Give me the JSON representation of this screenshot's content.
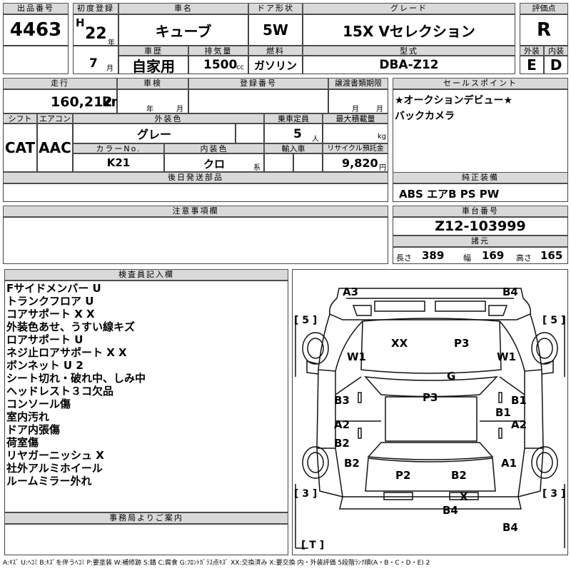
{
  "labels": {
    "lot_no": "出品番号",
    "first_reg": "初度登録",
    "car_name": "車名",
    "door": "ドア形状",
    "grade": "グレード",
    "score": "評価点",
    "history": "車歴",
    "displacement": "排気量",
    "fuel": "燃料",
    "model_type": "型式",
    "exterior": "外装",
    "interior": "内装",
    "mileage": "走行",
    "inspection": "車検",
    "reg_no": "登録番号",
    "transfer_deadline": "譲渡書類期限",
    "sales_point": "セールスポイント",
    "shift": "シフト",
    "aircon": "エアコン",
    "ext_color": "外装色",
    "capacity": "乗車定員",
    "max_load": "最大積載量",
    "color_no": "カラーNo.",
    "int_color": "内装色",
    "import": "輸入車",
    "recycle": "リサイクル預託金",
    "later_parts": "後日発送部品",
    "genuine_equip": "純正装備",
    "caution": "注意事項欄",
    "chassis_no": "車台番号",
    "specs": "諸元",
    "inspector": "検査員記入欄",
    "office_info": "事務局よりご案内"
  },
  "units": {
    "month": "月",
    "year_u": "年",
    "cc": "cc",
    "km": "km",
    "nen": "年",
    "tsuki": "月",
    "person": "人",
    "kg": "kg",
    "kei": "系",
    "yen": "円",
    "length": "長さ",
    "width": "幅",
    "height": "高さ"
  },
  "vehicle": {
    "lot_no": "4463",
    "era": "H",
    "year": "22",
    "month": "7",
    "car_name": "キューブ",
    "door": "5W",
    "grade": "15X Vセレクション",
    "score": "R",
    "history": "自家用",
    "displacement": "1500",
    "fuel": "ガソリン",
    "model_type": "DBA-Z12",
    "exterior_score": "E",
    "interior_score": "D",
    "mileage": "160,212",
    "shift": "CAT",
    "aircon": "AAC",
    "ext_color": "グレー",
    "capacity": "5",
    "color_no": "K21",
    "int_color": "クロ",
    "recycle": "9,820",
    "chassis_no": "Z12-103999",
    "length": "389",
    "width": "169",
    "height": "165"
  },
  "sales_points": [
    "★オークションデビュー★",
    "バックカメラ"
  ],
  "equipment": "ABS エアB PS PW",
  "inspector_notes": [
    "Fサイドメンバー U",
    "トランクフロア U",
    "コアサポート X X",
    "外装色あせ、うすい線キズ",
    "ロアサポート U",
    "ネジ止ロアサポート X X",
    "ボンネット U 2",
    "シート切れ・破れ中、しみ中",
    "ヘッドレスト３コ欠品",
    "コンソール傷",
    "室内汚れ",
    "ドア内張傷",
    "荷室傷",
    "リヤガーニッシュ X",
    "社外アルミホイール",
    "ルームミラー外れ"
  ],
  "damage": {
    "a3": "A3",
    "b4_top": "B4",
    "tire_fl": "[ 5 ]",
    "tire_fr": "[ 5 ]",
    "tire_rl": "[ 3 ]",
    "tire_rr": "[ 3 ]",
    "tire_t": "[ T ]",
    "xx": "XX",
    "p3_hood": "P3",
    "w1_l": "W1",
    "w1_r": "W1",
    "g": "G",
    "p3_roof": "P3",
    "b3": "B3",
    "b1": "B1",
    "b1_2": "B1",
    "a2_l": "A2",
    "a2_r": "A2",
    "b2_l": "B2",
    "b2_l2": "B2",
    "a1": "A1",
    "p2": "P2",
    "b2_trunk": "B2",
    "x": "X",
    "b4_mid": "B4",
    "b4_bottom": "B4"
  },
  "legend": "A:ｷｽﾞ U:ﾍｺﾐ B:ｷｽﾞを伴うﾍｺﾐ P:要塗装 W:補修跡 S:錆 C:腐食 G:ﾌﾛﾝﾄｶﾞﾗｽ点ｷｽﾞ XX:交換済み X:要交換 内・外装評価 5段階ﾗﾝｸ順(A・B・C・D・E) 2"
}
